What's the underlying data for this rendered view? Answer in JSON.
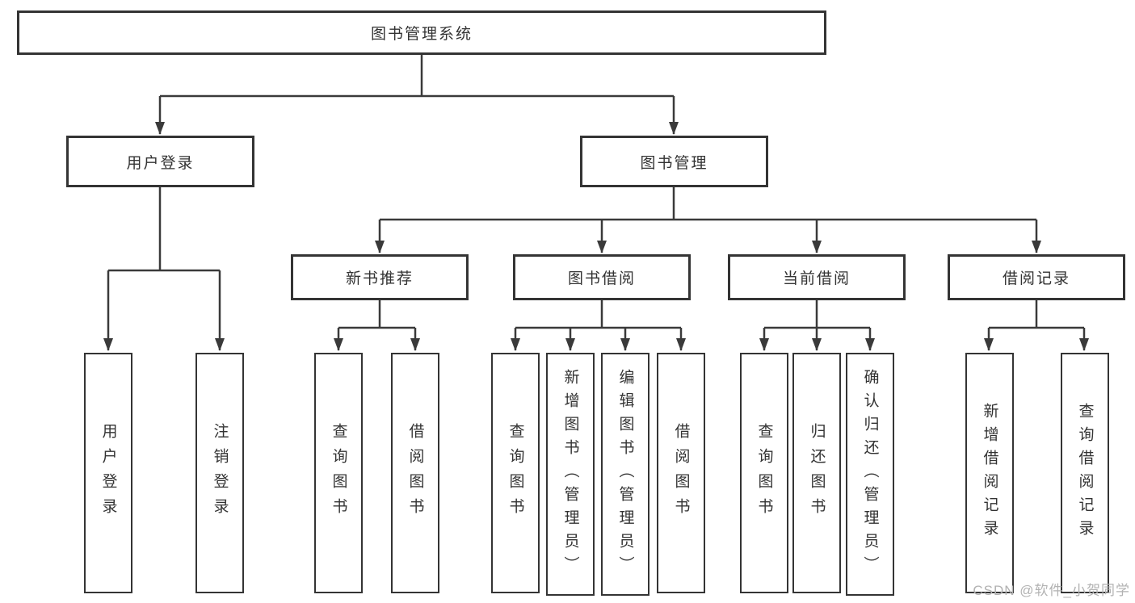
{
  "tree": {
    "root": {
      "label": "图书管理系统"
    },
    "branches": [
      {
        "label": "用户登录",
        "children": [
          {
            "label": "用户登录"
          },
          {
            "label": "注销登录"
          }
        ]
      },
      {
        "label": "图书管理",
        "children": [
          {
            "label": "新书推荐",
            "children": [
              {
                "label": "查询图书"
              },
              {
                "label": "借阅图书"
              }
            ]
          },
          {
            "label": "图书借阅",
            "children": [
              {
                "label": "查询图书"
              },
              {
                "label": "新增图书（管理员）"
              },
              {
                "label": "编辑图书（管理员）"
              },
              {
                "label": "借阅图书"
              }
            ]
          },
          {
            "label": "当前借阅",
            "children": [
              {
                "label": "查询图书"
              },
              {
                "label": "归还图书"
              },
              {
                "label": "确认归还（管理员）"
              }
            ]
          },
          {
            "label": "借阅记录",
            "children": [
              {
                "label": "新增借阅记录"
              },
              {
                "label": "查询借阅记录"
              }
            ]
          }
        ]
      }
    ]
  },
  "watermark": {
    "text": "CSDN @软件_小贺同学"
  },
  "colors": {
    "line": "#3a3a3a",
    "border": "#343434",
    "text": "#333333",
    "watermark": "#b2b2b2",
    "background": "#ffffff"
  }
}
